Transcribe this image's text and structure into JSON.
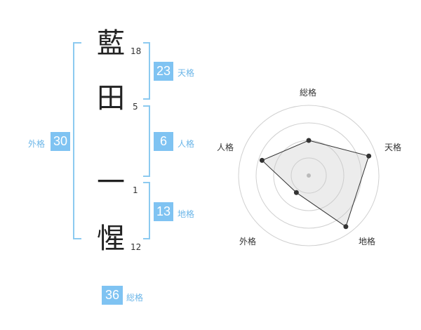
{
  "name_chars": [
    {
      "char": "藍",
      "strokes": "18"
    },
    {
      "char": "田",
      "strokes": "5"
    },
    {
      "char": "一",
      "strokes": "1"
    },
    {
      "char": "惺",
      "strokes": "12"
    }
  ],
  "kaku": {
    "tenkaku": {
      "value": "23",
      "label": "天格"
    },
    "jinkaku": {
      "value": "6",
      "label": "人格"
    },
    "chikaku": {
      "value": "13",
      "label": "地格"
    },
    "gaikaku": {
      "value": "30",
      "label": "外格"
    },
    "soukaku": {
      "value": "36",
      "label": "総格"
    }
  },
  "colors": {
    "accent": "#7fc3f2",
    "bracket": "#8ccaf0",
    "label": "#6cb6e8"
  },
  "chart_data": {
    "type": "radar",
    "axes": [
      "総格",
      "天格",
      "地格",
      "外格",
      "人格"
    ],
    "values": [
      2.5,
      4.5,
      4.5,
      1.5,
      3.5
    ],
    "range": [
      0,
      5
    ],
    "rings": 4
  }
}
